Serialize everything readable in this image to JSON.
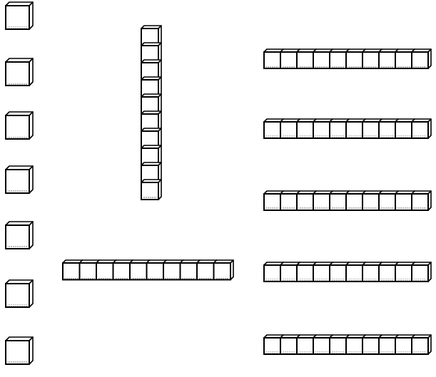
{
  "colors": {
    "stroke": "#000000",
    "face": "#ffffff",
    "shade": "#d9d9d9"
  },
  "blocks": {
    "unit_cubes": {
      "count": 7
    },
    "vertical_rod": {
      "cubes": 10
    },
    "horizontal_rod": {
      "cubes": 10
    },
    "right_rods": {
      "count": 5,
      "cubes_each": 10
    }
  }
}
